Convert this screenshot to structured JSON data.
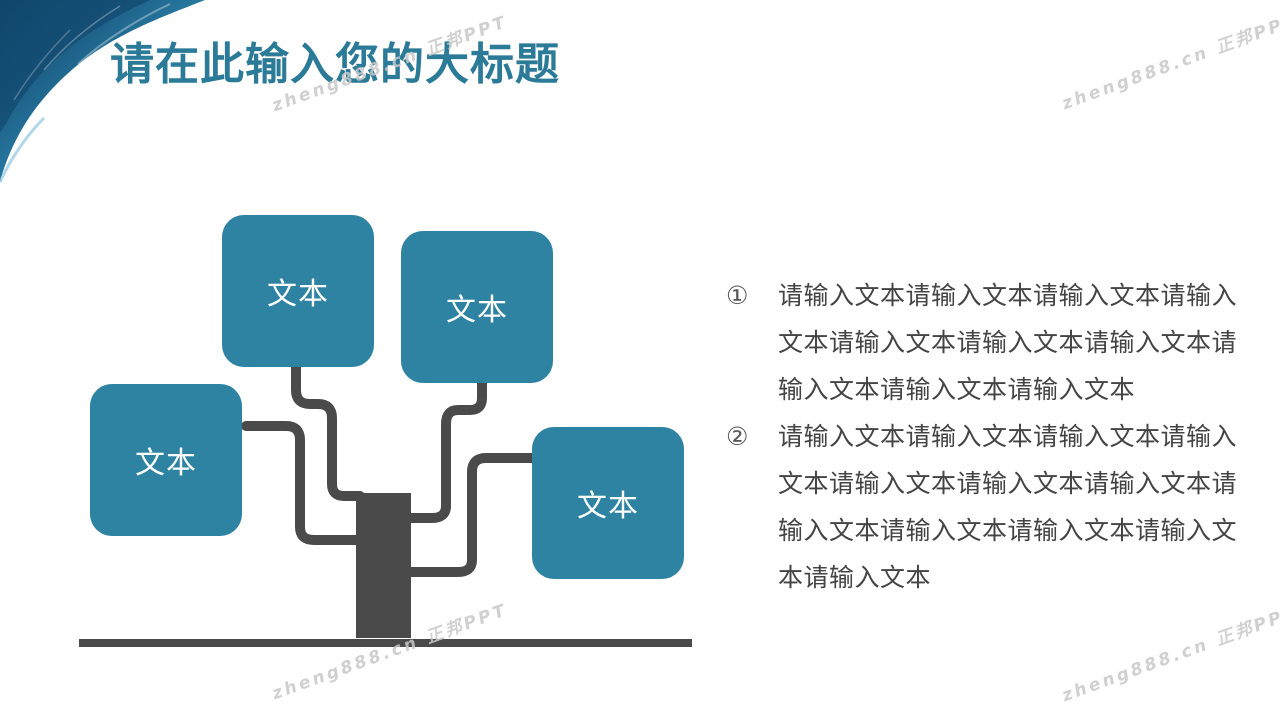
{
  "slide": {
    "title": "请在此输入您的大标题",
    "accent_color": "#2e83a3",
    "trunk_color": "#4a4a4a"
  },
  "tree": {
    "boxes": [
      {
        "label": "文本"
      },
      {
        "label": "文本"
      },
      {
        "label": "文本"
      },
      {
        "label": "文本"
      }
    ]
  },
  "list": {
    "items": [
      {
        "marker": "①",
        "text": "请输入文本请输入文本请输入文本请输入文本请输入文本请输入文本请输入文本请输入文本请输入文本请输入文本"
      },
      {
        "marker": "②",
        "text": "请输入文本请输入文本请输入文本请输入文本请输入文本请输入文本请输入文本请输入文本请输入文本请输入文本请输入文本请输入文本"
      }
    ]
  },
  "watermarks": [
    "zheng888.cn 正邦PPT",
    "zheng888.cn 正邦PPT",
    "zheng888.cn 正邦PPT",
    "zheng888.cn 正邦PPT"
  ]
}
